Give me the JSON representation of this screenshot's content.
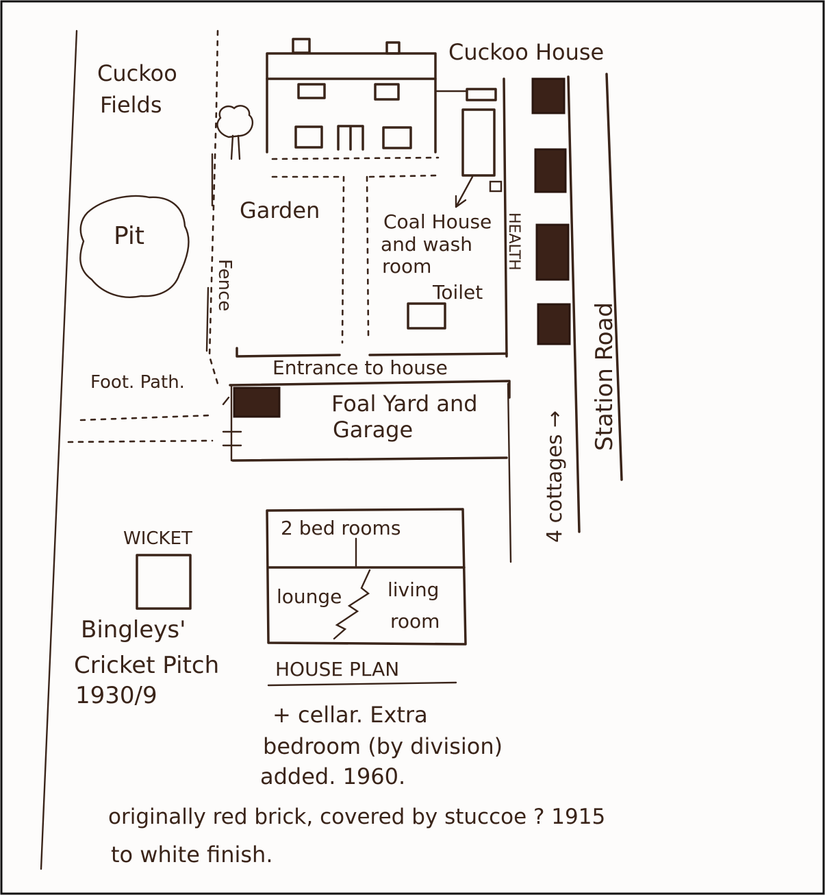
{
  "labels": {
    "cuckoo_house": "Cuckoo  House",
    "cuckoo_fields_1": "Cuckoo",
    "cuckoo_fields_2": "Fields",
    "pit": "Pit",
    "garden": "Garden",
    "fence": "Fence",
    "coal_house_1": "Coal House",
    "coal_house_2": "and wash",
    "coal_house_3": "room",
    "toilet": "Toilet",
    "health": "HEALTH",
    "entrance": "Entrance  to  house",
    "foot_path": "Foot. Path.",
    "foal_yard_1": "Foal Yard  and",
    "foal_yard_2": "Garage",
    "cottages": "4 cottages →",
    "station_road": "Station  Road",
    "wicket": "WICKET",
    "cricket_1": "Bingleys'",
    "cricket_2": "Cricket  Pitch",
    "cricket_3": "1930/9"
  },
  "house_plan": {
    "bedrooms": "2  bed  rooms",
    "lounge": "lounge",
    "living_1": "living",
    "living_2": "room",
    "title": "HOUSE  PLAN"
  },
  "notes": {
    "cellar_1": "+  cellar.  Extra",
    "cellar_2": "bedroom (by division)",
    "cellar_3": "added. 1960.",
    "finish_1": "originally   red  brick, covered  by  stuccoe   ? 1915",
    "finish_2": "to  white  finish."
  },
  "colors": {
    "ink": "#3a2419",
    "paper": "#fdfcfb",
    "fill": "#3b2218"
  }
}
